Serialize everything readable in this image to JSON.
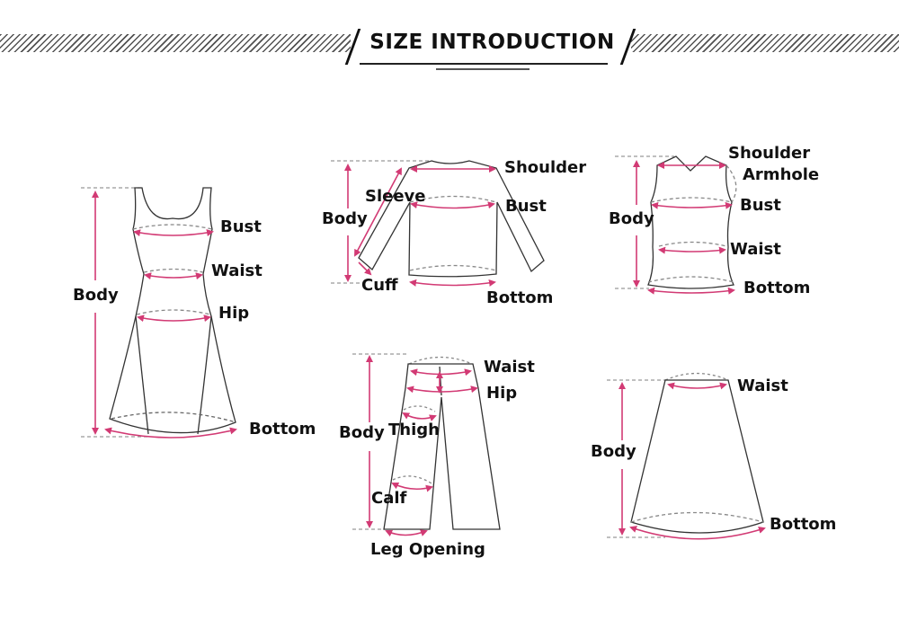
{
  "header": {
    "title": "SIZE INTRODUCTION"
  },
  "colors": {
    "accent": "#d23a74",
    "outline": "#333333",
    "dashed": "#888888",
    "text": "#111111"
  },
  "diagrams": {
    "dress": {
      "labels": {
        "bust": "Bust",
        "waist": "Waist",
        "hip": "Hip",
        "body": "Body",
        "bottom": "Bottom"
      }
    },
    "long_sleeve_top": {
      "labels": {
        "shoulder": "Shoulder",
        "sleeve": "Sleeve",
        "bust": "Bust",
        "body": "Body",
        "cuff": "Cuff",
        "bottom": "Bottom"
      }
    },
    "tank_top": {
      "labels": {
        "shoulder": "Shoulder",
        "armhole": "Armhole",
        "bust": "Bust",
        "body": "Body",
        "waist": "Waist",
        "bottom": "Bottom"
      }
    },
    "pants": {
      "labels": {
        "waist": "Waist",
        "hip": "Hip",
        "body": "Body",
        "thigh": "Thigh",
        "calf": "Calf",
        "leg_opening": "Leg Opening"
      }
    },
    "skirt": {
      "labels": {
        "waist": "Waist",
        "body": "Body",
        "bottom": "Bottom"
      }
    }
  }
}
